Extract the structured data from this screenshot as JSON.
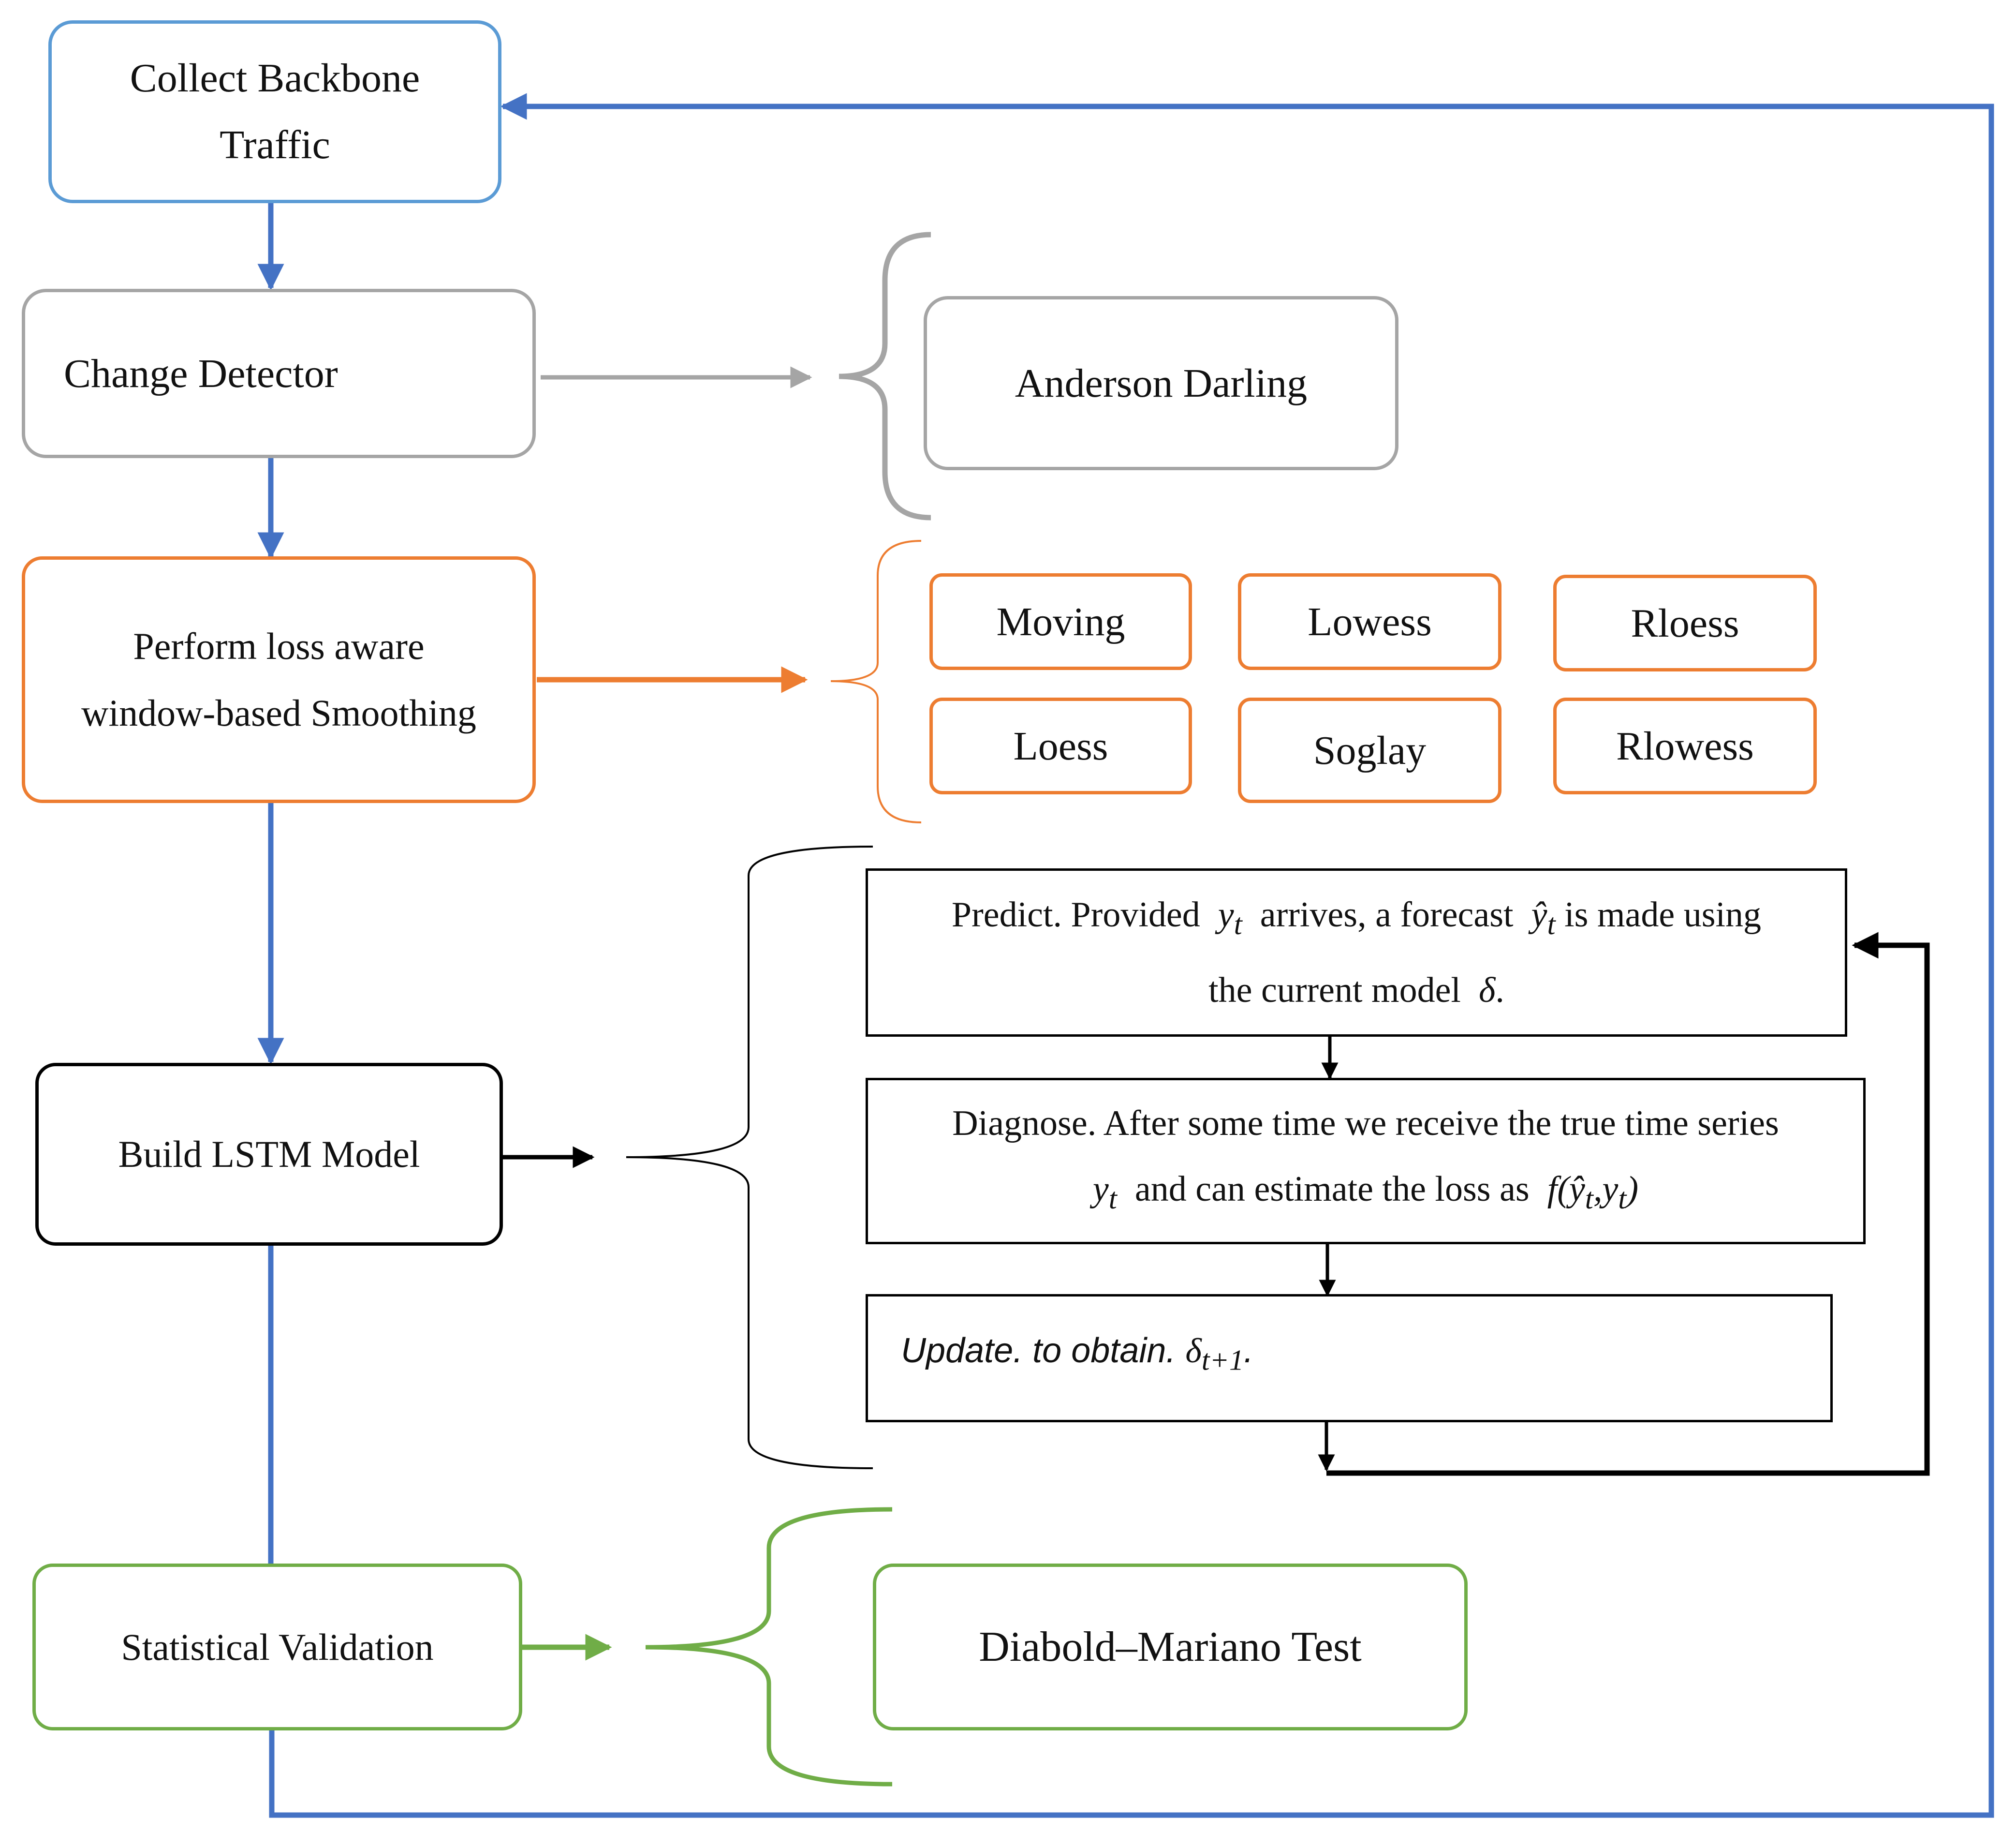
{
  "nodes": {
    "collect": "Collect Backbone\nTraffic",
    "change": "Change Detector",
    "anderson": "Anderson Darling",
    "smoothing": "Perform loss aware\nwindow-based Smoothing",
    "methods": [
      "Moving",
      "Lowess",
      "Rloess",
      "Loess",
      "Soglay",
      "Rlowess"
    ],
    "lstm": "Build LSTM Model",
    "validation": "Statistical Validation",
    "dm_test": "Diabold–Mariano Test"
  },
  "steps": {
    "predict": {
      "t1": "Predict. Provided",
      "m1": "y",
      "m1_sub": "t",
      "t2": "arrives, a forecast",
      "m2": "ŷ",
      "m2_sub": "t",
      "t3": "is made using",
      "t4": "the current model",
      "m3": "δ",
      "t5": "."
    },
    "diagnose": {
      "t1": "Diagnose. After some time we receive the true time series",
      "m1": "y",
      "m1_sub": "t",
      "t2": "and can estimate the loss as",
      "f": "f",
      "open": "(",
      "m2": "ŷ",
      "m2_sub": "t",
      "comma": ",",
      "m3": "y",
      "m3_sub": "t",
      "close": ")"
    },
    "update": {
      "t1": "Update. to obtain.",
      "m1": "δ",
      "m1_sub": "t+1",
      "t2": "."
    }
  },
  "colors": {
    "blue": "#4472c4",
    "blue_border": "#5b9bd5",
    "gray": "#a5a5a5",
    "orange": "#ed7d31",
    "green": "#70ad47",
    "black": "#000000"
  }
}
